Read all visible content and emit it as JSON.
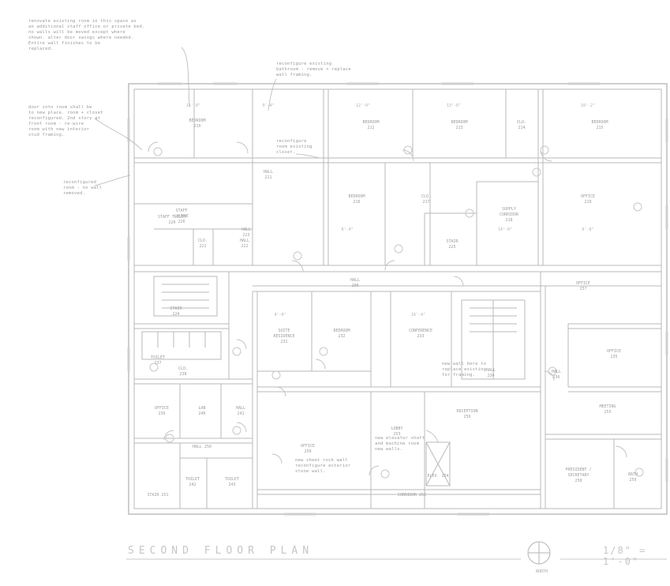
{
  "drawing": {
    "title": "SECOND FLOOR PLAN",
    "scale": "1/8\" = 1'-0\"",
    "north_label": "NORTH"
  },
  "notes": [
    {
      "id": "note-top",
      "text": "renovate existing room in this space as\nan additional staff office or private bed.\nno walls will be moved except where\nshown. alter door swings where needed.\nEntire wall finishes to be\nreplaced."
    },
    {
      "id": "note-left",
      "text": "door into room shall be\nto new place. room + closet\nreconfigured. 2nd story at\nfront room - re-wire\nroom with new interior\nstud framing."
    },
    {
      "id": "note-left-2",
      "text": "reconfigured\nroom - no wall\nremoved."
    },
    {
      "id": "note-top-center",
      "text": "reconfigure existing\nbathroom - remove + replace\nwall framing."
    },
    {
      "id": "note-center-left",
      "text": "reconfigure\nroom existing\ncloset."
    },
    {
      "id": "note-bottom",
      "text": "new sheet rock wall\nreconfigure exterior\nstone wall."
    },
    {
      "id": "note-elevator",
      "text": "new elevator shaft\nand machine room\nnew walls."
    },
    {
      "id": "note-stair",
      "text": "new wall here to\nreplace existing\nfor framing."
    }
  ],
  "rooms": [
    {
      "id": "r1",
      "name": "BEDROOM\n210"
    },
    {
      "id": "r2",
      "name": "HALL\n211"
    },
    {
      "id": "r3",
      "name": "BEDROOM\n212"
    },
    {
      "id": "r4",
      "name": "BEDROOM\n213"
    },
    {
      "id": "r5",
      "name": "CLO.\n214"
    },
    {
      "id": "r6",
      "name": "BEDROOM\n215"
    },
    {
      "id": "r7",
      "name": "BEDROOM\n216"
    },
    {
      "id": "r8",
      "name": "CLO.\n217"
    },
    {
      "id": "r9",
      "name": "SUPPLY\nCORRIDOR\n218"
    },
    {
      "id": "r10",
      "name": "OFFICE\n219"
    },
    {
      "id": "r11",
      "name": "STAFF TOILET\n220"
    },
    {
      "id": "r12",
      "name": "CLO.\n221"
    },
    {
      "id": "r13",
      "name": "HALL\n222"
    },
    {
      "id": "r14",
      "name": "HALL\n223"
    },
    {
      "id": "r15",
      "name": "STAIR\n224"
    },
    {
      "id": "r16",
      "name": "STAIR\n225"
    },
    {
      "id": "r17",
      "name": "STAFF\nLOUNGE\n226"
    },
    {
      "id": "r18",
      "name": "HALL\n200"
    },
    {
      "id": "r19",
      "name": "SUITE\nRESIDENCE\n231"
    },
    {
      "id": "r20",
      "name": "BEDROOM\n232"
    },
    {
      "id": "r21",
      "name": "CONFERENCE\n233"
    },
    {
      "id": "r22",
      "name": "HALL\n234"
    },
    {
      "id": "r23",
      "name": "OFFICE\n235"
    },
    {
      "id": "r24",
      "name": "HALL\n236"
    },
    {
      "id": "r25",
      "name": "TOILET\n237"
    },
    {
      "id": "r26",
      "name": "CLO.\n238"
    },
    {
      "id": "r27",
      "name": "OFFICE\n239"
    },
    {
      "id": "r28",
      "name": "LAB\n240"
    },
    {
      "id": "r29",
      "name": "HALL\n241"
    },
    {
      "id": "r30",
      "name": "HALL 250"
    },
    {
      "id": "r31",
      "name": "TOILET\n242"
    },
    {
      "id": "r32",
      "name": "TOILET\n243"
    },
    {
      "id": "r33",
      "name": "OFFICE\n250"
    },
    {
      "id": "r34",
      "name": "STAIR 251"
    },
    {
      "id": "r35",
      "name": "CORRIDOR 252"
    },
    {
      "id": "r36",
      "name": "LOBBY\n253"
    },
    {
      "id": "r37",
      "name": "ELEV. 254"
    },
    {
      "id": "r38",
      "name": "MEETING\n255"
    },
    {
      "id": "r39",
      "name": "RECEPTION\n256"
    },
    {
      "id": "r40",
      "name": "OFFICE\n257"
    },
    {
      "id": "r41",
      "name": "PRESIDENT /\nSECRETARY\n258"
    },
    {
      "id": "r42",
      "name": "BATH\n259"
    }
  ],
  "dimensions": [
    "11'-8\"",
    "9'-4\"",
    "12'-0\"",
    "13'-6\"",
    "10'-2\"",
    "8'-4\"",
    "14'-0\"",
    "6'-8\"",
    "4'-0\"",
    "16'-4\""
  ]
}
